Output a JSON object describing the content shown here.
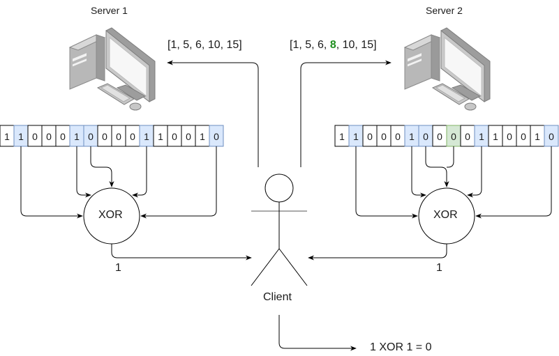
{
  "servers": [
    {
      "title": "Server 1",
      "query_indices_text": "[1, 5, 6, 10, 15]",
      "query_parts": [
        {
          "text": "[1, 5, 6, 10, 15]",
          "highlight": false
        }
      ],
      "bits": [
        "1",
        "1",
        "0",
        "0",
        "0",
        "1",
        "0",
        "0",
        "0",
        "0",
        "1",
        "1",
        "0",
        "0",
        "1",
        "0"
      ],
      "selected": [
        1,
        5,
        6,
        10,
        15
      ],
      "flipped": [],
      "xor_label": "XOR",
      "result": "1"
    },
    {
      "title": "Server 2",
      "query_indices_text": "[1, 5, 6, 8, 10, 15]",
      "query_parts": [
        {
          "text": "[1, 5, 6, ",
          "highlight": false
        },
        {
          "text": "8",
          "highlight": true
        },
        {
          "text": ", 10, 15]",
          "highlight": false
        }
      ],
      "bits": [
        "1",
        "1",
        "0",
        "0",
        "0",
        "1",
        "0",
        "0",
        "0",
        "0",
        "1",
        "1",
        "0",
        "0",
        "1",
        "0"
      ],
      "selected": [
        1,
        5,
        6,
        10,
        15
      ],
      "flipped": [
        8
      ],
      "xor_label": "XOR",
      "result": "1"
    }
  ],
  "client": {
    "label": "Client"
  },
  "final_result": "1 XOR 1 = 0",
  "colors": {
    "selected_fill": "#dae8fc",
    "selected_stroke": "#6c8ebf",
    "extra_fill": "#d5e8d4",
    "extra_stroke": "#82b366",
    "highlight_text": "#1f8f1f"
  }
}
